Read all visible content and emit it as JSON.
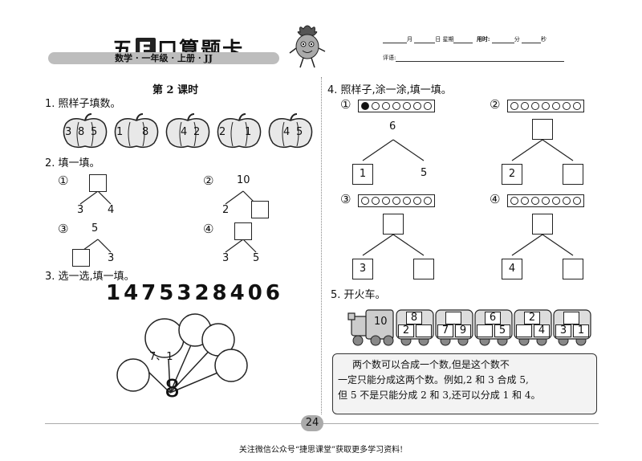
{
  "header": {
    "brand_before": "五",
    "brand_e": "E",
    "brand_after": "口算题卡",
    "bar": "数学 · 一年级 · 上册 · JJ",
    "date_month": "月",
    "date_day": "日",
    "date_week": "星期",
    "time_label": "用时:",
    "time_min": "分",
    "time_sec": "秒",
    "comment_label": "评语:"
  },
  "lesson_title": "第 2 课时",
  "q1": {
    "label": "1. 照样子填数。",
    "peppers": [
      {
        "left": "3",
        "mid": "8",
        "right": "5"
      },
      {
        "left": "1",
        "mid": "",
        "right": "8"
      },
      {
        "left": "",
        "mid": "4",
        "right": "2"
      },
      {
        "left": "2",
        "mid": "",
        "right": "1"
      },
      {
        "left": "",
        "mid": "4",
        "right": "5"
      }
    ]
  },
  "q2": {
    "label": "2. 填一填。",
    "items": [
      {
        "mark": "①",
        "top": "",
        "left": "3",
        "right": "4"
      },
      {
        "mark": "②",
        "top": "10",
        "left": "2",
        "right": ""
      },
      {
        "mark": "③",
        "top": "5",
        "left": "",
        "right": "3"
      },
      {
        "mark": "④",
        "top": "",
        "left": "3",
        "right": "5"
      }
    ]
  },
  "q3": {
    "label": "3. 选一选,填一填。",
    "digits": "1475328406",
    "balloon_example": "7、1",
    "center": "8"
  },
  "q4": {
    "label": "4. 照样子,涂一涂,填一填。",
    "items": [
      {
        "mark": "①",
        "filled": 1,
        "total": 7,
        "top": "6",
        "left": "1",
        "right": "5"
      },
      {
        "mark": "②",
        "filled": 0,
        "total": 7,
        "top": "",
        "left": "2",
        "right": ""
      },
      {
        "mark": "③",
        "filled": 0,
        "total": 7,
        "top": "",
        "left": "3",
        "right": ""
      },
      {
        "mark": "④",
        "filled": 0,
        "total": 7,
        "top": "",
        "left": "4",
        "right": ""
      }
    ]
  },
  "q5": {
    "label": "5. 开火车。",
    "engine_number": "10",
    "cars": [
      {
        "top": "8",
        "left": "2",
        "right": ""
      },
      {
        "top": "",
        "left": "7",
        "right": "9"
      },
      {
        "top": "6",
        "left": "",
        "right": "5"
      },
      {
        "top": "2",
        "left": "",
        "right": "4"
      },
      {
        "top": "",
        "left": "3",
        "right": "1"
      }
    ]
  },
  "rule_text": {
    "line1": "两个数可以合成一个数,但是这个数不",
    "line2": "一定只能分成这两个数。例如,2 和 3 合成 5,",
    "line3": "但 5 不是只能分成 2 和 3,还可以分成 1 和 4。"
  },
  "page_number": "24",
  "footer": "关注微信公众号“捷思课堂”获取更多学习资料!"
}
